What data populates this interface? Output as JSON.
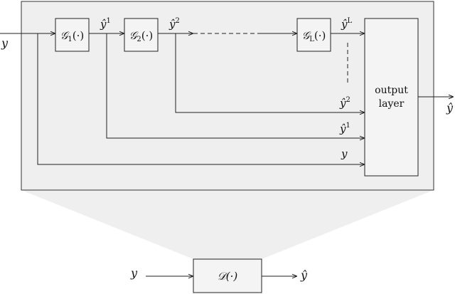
{
  "input_label": "y",
  "output_label": "ŷ",
  "blocks": [
    {
      "name": "𝒢",
      "sub": "1",
      "arg": "(·)"
    },
    {
      "name": "𝒢",
      "sub": "2",
      "arg": "(·)"
    },
    {
      "name": "𝒢",
      "sub": "L",
      "arg": "(·)"
    }
  ],
  "stage_outputs": [
    {
      "base": "ŷ",
      "sup": "1"
    },
    {
      "base": "ŷ",
      "sup": "2"
    },
    {
      "base": "ŷ",
      "sup": "L"
    }
  ],
  "merge_inputs": [
    {
      "base": "ŷ",
      "sup": "2"
    },
    {
      "base": "ŷ",
      "sup": "1"
    },
    {
      "base": "y",
      "sup": ""
    }
  ],
  "output_layer": {
    "line1": "output",
    "line2": "layer"
  },
  "summary": {
    "input": "y",
    "block": "𝒟(·)",
    "output": "ŷ"
  }
}
